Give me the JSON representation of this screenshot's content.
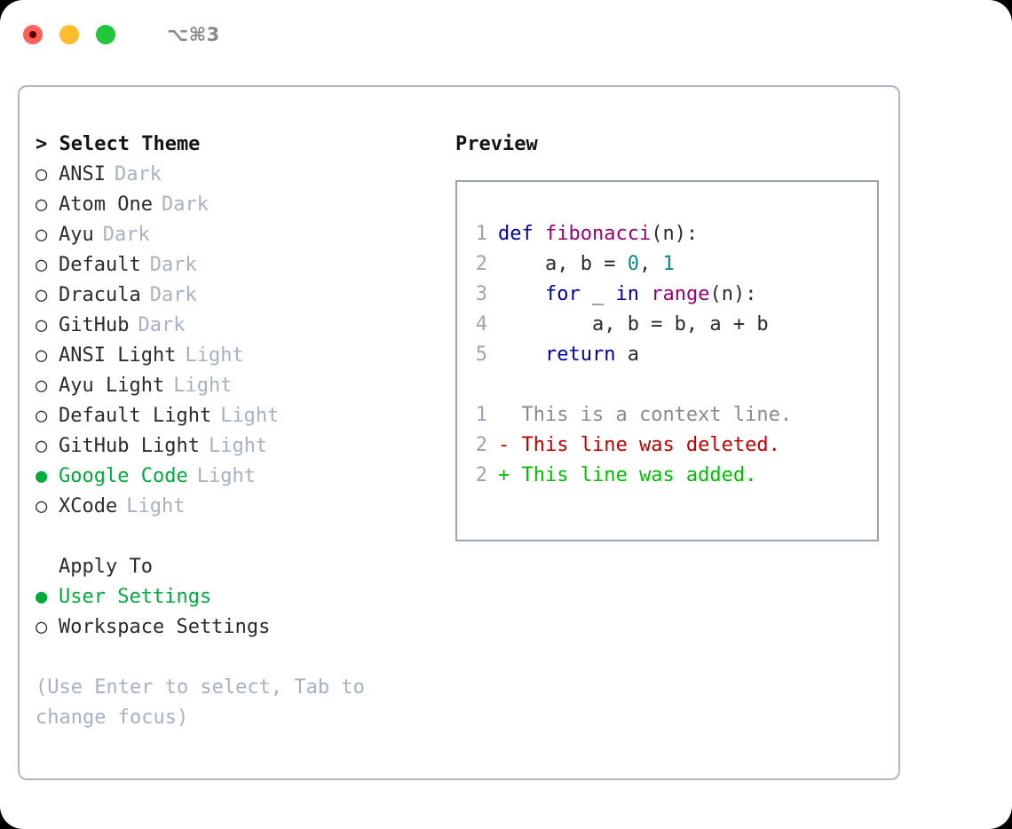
{
  "window": {
    "traffic_lights": [
      "close",
      "minimize",
      "maximize"
    ],
    "shortcut_label": "⌥⌘3",
    "colors": {
      "close": "#ff6159",
      "minimize": "#ffbd2e",
      "maximize": "#21c63b",
      "accent_green": "#00ab3c",
      "muted": "#a8b2bf",
      "border": "#aeb7c4"
    }
  },
  "theme_list": {
    "header": "> Select Theme",
    "selected_marker": "●",
    "unselected_marker": "○",
    "items": [
      {
        "marker": "○",
        "name": "ANSI",
        "badge": "Dark",
        "selected": false
      },
      {
        "marker": "○",
        "name": "Atom One",
        "badge": "Dark",
        "selected": false
      },
      {
        "marker": "○",
        "name": "Ayu",
        "badge": "Dark",
        "selected": false
      },
      {
        "marker": "○",
        "name": "Default",
        "badge": "Dark",
        "selected": false
      },
      {
        "marker": "○",
        "name": "Dracula",
        "badge": "Dark",
        "selected": false
      },
      {
        "marker": "○",
        "name": "GitHub",
        "badge": "Dark",
        "selected": false
      },
      {
        "marker": "○",
        "name": "ANSI Light",
        "badge": "Light",
        "selected": false
      },
      {
        "marker": "○",
        "name": "Ayu Light",
        "badge": "Light",
        "selected": false
      },
      {
        "marker": "○",
        "name": "Default Light",
        "badge": "Light",
        "selected": false
      },
      {
        "marker": "○",
        "name": "GitHub Light",
        "badge": "Light",
        "selected": false
      },
      {
        "marker": "●",
        "name": "Google Code",
        "badge": "Light",
        "selected": true
      },
      {
        "marker": "○",
        "name": "XCode",
        "badge": "Light",
        "selected": false
      }
    ]
  },
  "apply_to": {
    "header": "Apply To",
    "items": [
      {
        "marker": "●",
        "name": "User Settings",
        "selected": true
      },
      {
        "marker": "○",
        "name": "Workspace Settings",
        "selected": false
      }
    ]
  },
  "hint": "(Use Enter to select, Tab to change focus)",
  "preview": {
    "title": "Preview",
    "code_lines": [
      {
        "num": "1",
        "segments": [
          {
            "text": "def ",
            "type": "keyword"
          },
          {
            "text": "fibonacci",
            "type": "function"
          },
          {
            "text": "(n):",
            "type": "plain"
          }
        ]
      },
      {
        "num": "2",
        "segments": [
          {
            "text": "    a, b = ",
            "type": "plain"
          },
          {
            "text": "0",
            "type": "number"
          },
          {
            "text": ", ",
            "type": "plain"
          },
          {
            "text": "1",
            "type": "number"
          }
        ]
      },
      {
        "num": "3",
        "segments": [
          {
            "text": "    ",
            "type": "plain"
          },
          {
            "text": "for",
            "type": "keyword"
          },
          {
            "text": " _ ",
            "type": "plain"
          },
          {
            "text": "in",
            "type": "keyword"
          },
          {
            "text": " ",
            "type": "plain"
          },
          {
            "text": "range",
            "type": "function"
          },
          {
            "text": "(n):",
            "type": "plain"
          }
        ]
      },
      {
        "num": "4",
        "segments": [
          {
            "text": "        a, b = b, a + b",
            "type": "plain"
          }
        ]
      },
      {
        "num": "5",
        "segments": [
          {
            "text": "    ",
            "type": "plain"
          },
          {
            "text": "return",
            "type": "keyword"
          },
          {
            "text": " a",
            "type": "plain"
          }
        ]
      }
    ],
    "diff_lines": [
      {
        "num": "1",
        "prefix": "  ",
        "text": "This is a context line.",
        "kind": "context"
      },
      {
        "num": "2",
        "prefix": "- ",
        "text": "This line was deleted.",
        "kind": "deleted"
      },
      {
        "num": "2",
        "prefix": "+ ",
        "text": "This line was added.",
        "kind": "added"
      }
    ]
  }
}
